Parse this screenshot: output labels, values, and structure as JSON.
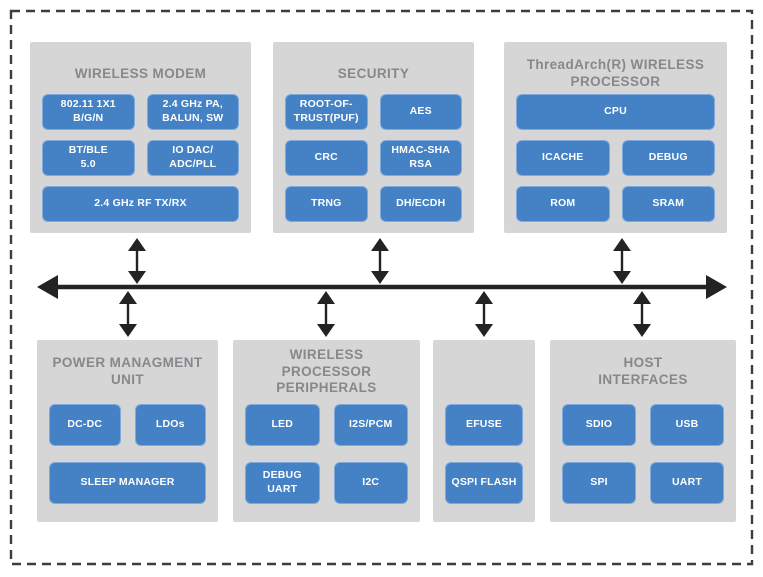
{
  "diagram_name": "SoC block diagram",
  "colors": {
    "block_background": "#d6d6d7",
    "sub_block_fill": "#4482c5",
    "sub_block_border": "#7fa9da",
    "sub_block_text": "#ffffff",
    "block_title_text": "#87888b",
    "bus_and_arrows": "#232323",
    "dashed_frame": "#3e3e40",
    "page_background": "#ffffff"
  },
  "icons": {
    "bus": "horizontal-double-headed-arrow",
    "connector": "vertical-double-headed-arrow",
    "frame": "dashed-rectangle-border"
  },
  "bus": {
    "direction": "bidirectional"
  },
  "blocks": [
    {
      "name": "wireless-modem",
      "title": "WIRELESS MODEM",
      "cells": [
        {
          "label": "802.11 1X1\nB/G/N"
        },
        {
          "label": "2.4 GHz PA,\nBALUN, SW"
        },
        {
          "label": "BT/BLE\n5.0"
        },
        {
          "label": "IO DAC/\nADC/PLL"
        },
        {
          "label": "2.4 GHz RF TX/RX"
        }
      ]
    },
    {
      "name": "security",
      "title": "SECURITY",
      "cells": [
        {
          "label": "ROOT-OF-\nTRUST(PUF)"
        },
        {
          "label": "AES"
        },
        {
          "label": "CRC"
        },
        {
          "label": "HMAC-SHA\nRSA"
        },
        {
          "label": "TRNG"
        },
        {
          "label": "DH/ECDH"
        }
      ]
    },
    {
      "name": "threadarch-wireless-processor",
      "title": "ThreadArch(R) WIRELESS\nPROCESSOR",
      "cells": [
        {
          "label": "CPU"
        },
        {
          "label": "ICACHE"
        },
        {
          "label": "DEBUG"
        },
        {
          "label": "ROM"
        },
        {
          "label": "SRAM"
        }
      ]
    },
    {
      "name": "power-management-unit",
      "title": "POWER MANAGMENT\nUNIT",
      "cells": [
        {
          "label": "DC-DC"
        },
        {
          "label": "LDOs"
        },
        {
          "label": "SLEEP MANAGER"
        }
      ]
    },
    {
      "name": "wireless-processor-peripherals",
      "title": "WIRELESS PROCESSOR\nPERIPHERALS",
      "cells": [
        {
          "label": "LED"
        },
        {
          "label": "I2S/PCM"
        },
        {
          "label": "DEBUG\nUART"
        },
        {
          "label": "I2C"
        }
      ]
    },
    {
      "name": "efuse-qspi",
      "title": "",
      "cells": [
        {
          "label": "EFUSE"
        },
        {
          "label": "QSPI FLASH"
        }
      ]
    },
    {
      "name": "host-interfaces",
      "title": "HOST\nINTERFACES",
      "cells": [
        {
          "label": "SDIO"
        },
        {
          "label": "USB"
        },
        {
          "label": "SPI"
        },
        {
          "label": "UART"
        }
      ]
    }
  ]
}
